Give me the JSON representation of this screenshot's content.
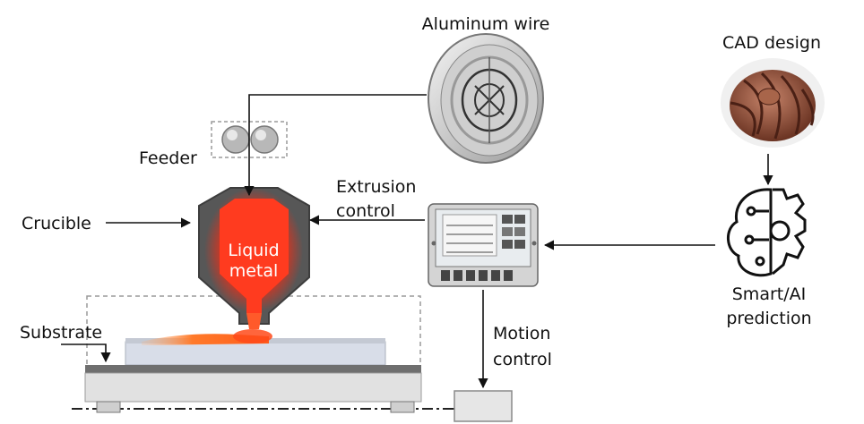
{
  "labels": {
    "aluminum_wire": "Aluminum wire",
    "cad_design": "CAD design",
    "feeder": "Feeder",
    "extrusion_control_line1": "Extrusion",
    "extrusion_control_line2": "control",
    "crucible": "Crucible",
    "liquid_metal_line1": "Liquid",
    "liquid_metal_line2": "metal",
    "substrate": "Substrate",
    "motion_control_line1": "Motion",
    "motion_control_line2": "control",
    "smart_ai_line1": "Smart/AI",
    "smart_ai_line2": "prediction"
  },
  "colors": {
    "crucible_body": "#555555",
    "liquid_metal": "#ff3b1f",
    "molten_bead": "#ff7a2a",
    "cad_part": "#8a4a33",
    "arrow": "#111111",
    "dashed_box": "#9a9a9a"
  },
  "icons": {
    "wire_spool": "wire-spool-icon",
    "feeder_rollers": "feeder-rollers-icon",
    "cad_part": "impeller-icon",
    "controller": "touchscreen-controller-icon",
    "brain_gear": "brain-gear-icon",
    "motion_box": "motion-stage-icon"
  }
}
